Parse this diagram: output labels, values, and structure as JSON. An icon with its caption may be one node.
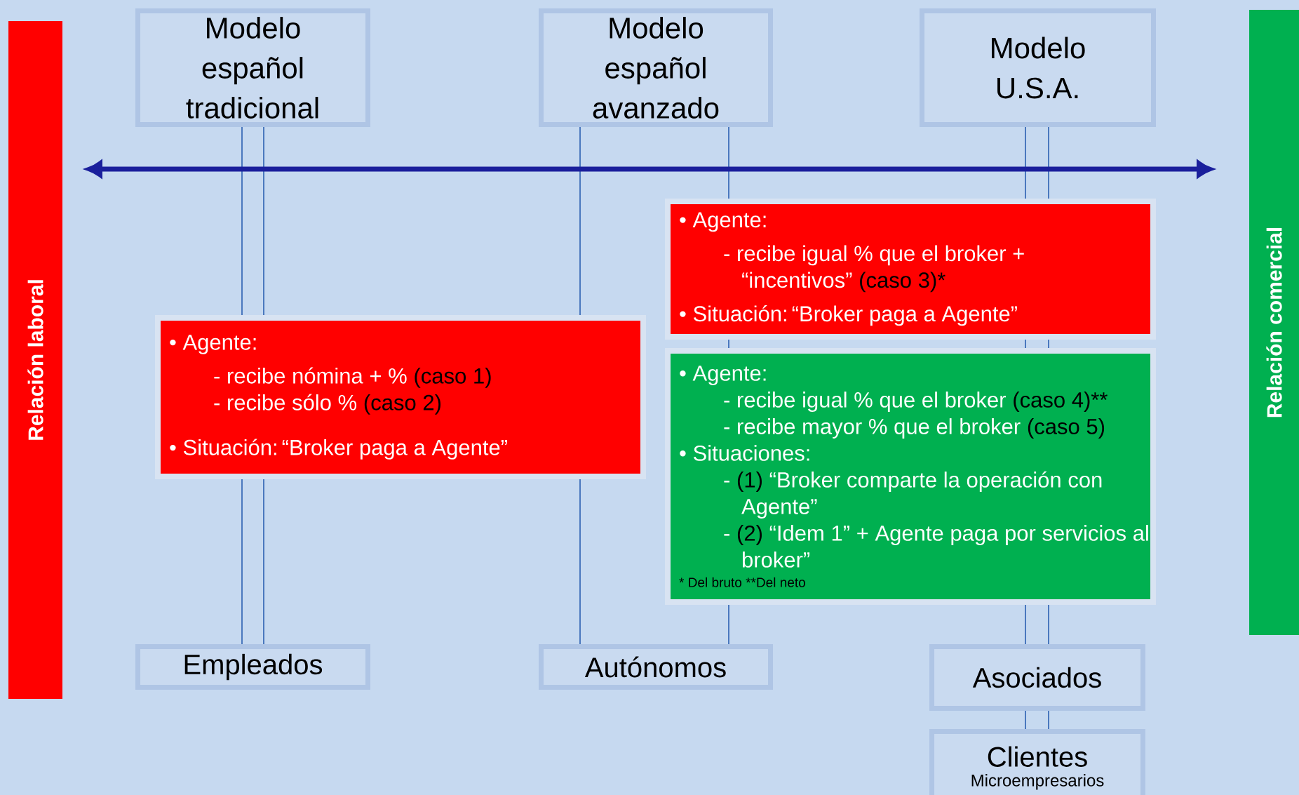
{
  "diagram": {
    "nodes": [
      {
        "text": [
          "Relación laboral"
        ]
      },
      {
        "text": [
          "Modelo español tradicional"
        ]
      },
      {
        "text": [
          "Modelo español avanzado"
        ]
      },
      {
        "text": [
          "Modelo U.S.A."
        ]
      },
      {
        "text": [
          "Relación comercial"
        ]
      },
      {
        "text": [
          "• Agente:",
          "- recibe igual % que el broker + “incentivos”",
          "(caso 3)*",
          "• Situación: “Broker paga a Agente”"
        ]
      },
      {
        "text": [
          "• Agente:",
          "- recibe nómina + %",
          "(caso 1)",
          "- recibe sólo %",
          "(caso 2)",
          "• Situación: “Broker paga a Agente”"
        ]
      },
      {
        "text": [
          "• Agente:",
          "- recibe igual % que el broker",
          "(caso 4)**",
          "- recibe mayor % que el broker",
          "(caso 5)",
          "• Situaciones:",
          "-",
          "(1)",
          "“Broker comparte la operación con Agente”",
          "-",
          "(2)",
          "“Idem 1” + Agente paga por servicios al broker”",
          "*  Del bruto **Del neto"
        ]
      },
      {
        "text": [
          "Empleados"
        ]
      },
      {
        "text": [
          "Autónomos"
        ]
      },
      {
        "text": [
          "Asociados"
        ]
      },
      {
        "text": [
          "Clientes",
          "Microempresarios"
        ]
      }
    ],
    "edges": [
      {
        "from": 1,
        "to": 6,
        "arrow": "none"
      },
      {
        "from": 1,
        "to": 6,
        "arrow": "none"
      },
      {
        "from": 2,
        "to": 6,
        "arrow": "none"
      },
      {
        "from": 2,
        "to": 5,
        "arrow": "none"
      },
      {
        "from": 3,
        "to": 5,
        "arrow": "none"
      },
      {
        "from": 3,
        "to": 5,
        "arrow": "none"
      },
      {
        "from": 5,
        "to": 7,
        "arrow": "none"
      },
      {
        "from": 5,
        "to": 7,
        "arrow": "none"
      },
      {
        "from": 5,
        "to": 7,
        "arrow": "none"
      },
      {
        "from": 6,
        "to": 8,
        "arrow": "none"
      },
      {
        "from": 6,
        "to": 8,
        "arrow": "none"
      },
      {
        "from": 6,
        "to": 9,
        "arrow": "none"
      },
      {
        "from": 7,
        "to": 9,
        "arrow": "none"
      },
      {
        "from": 7,
        "to": 10,
        "arrow": "none"
      },
      {
        "from": 7,
        "to": 10,
        "arrow": "none"
      },
      {
        "from": 10,
        "to": 11,
        "arrow": "none"
      },
      {
        "from": 10,
        "to": 11,
        "arrow": "none"
      }
    ]
  }
}
